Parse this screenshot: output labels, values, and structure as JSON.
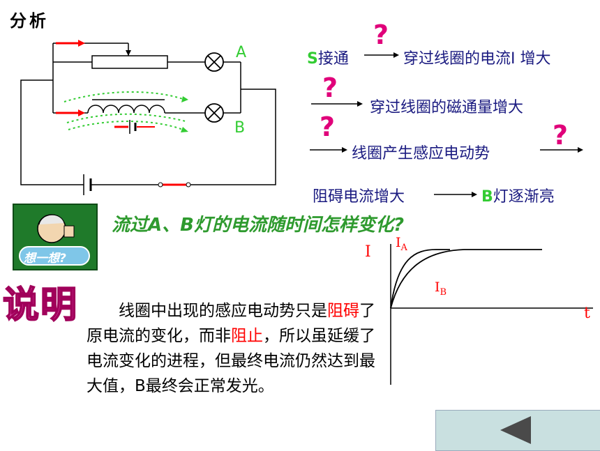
{
  "header": {
    "title": "分析"
  },
  "circuit": {
    "label_a": "A",
    "label_b": "B"
  },
  "chain": {
    "s": "S",
    "s_connect": "接通",
    "step1": "穿过线圈的电流I 增大",
    "step2": "穿过线圈的磁通量增大",
    "step3": "线圈产生感应电动势",
    "step4": "阻碍电流增大",
    "b_letter": "B",
    "step5": "灯逐渐亮",
    "question_mark": "?"
  },
  "question": {
    "text": "流过A、B灯的电流随时间怎样变化?"
  },
  "think_image": {
    "label": "想一想?"
  },
  "explain": {
    "title": "说明",
    "p1": "线圈中出现的感应电动势只是",
    "r1": "阻碍",
    "p2": "了原电流的变化，而非",
    "r2": "阻止",
    "p3": "，所以虽延缓了电流变化的进程，但最终电流仍然达到最大值，B最终会正常发光。"
  },
  "graph": {
    "y_label": "I",
    "x_label": "t",
    "ia_label": "I",
    "ia_sub": "A",
    "ib_label": "I",
    "ib_sub": "B"
  },
  "colors": {
    "chain_text": "#1a1a80",
    "question": "#e0007a",
    "highlight": "#ff0000",
    "green": "#2e9a2e",
    "nav_bg": "#c9e0e0"
  },
  "nav": {
    "back_icon": "back-triangle-icon"
  }
}
